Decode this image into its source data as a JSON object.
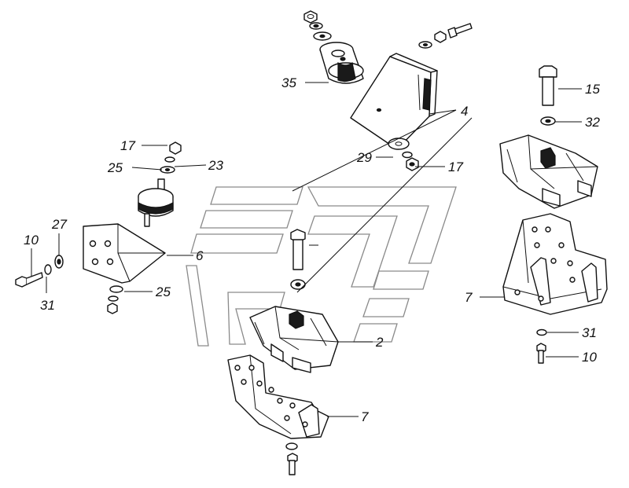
{
  "callouts": {
    "c35": "35",
    "c4": "4",
    "c15": "15",
    "c32": "32",
    "c17a": "17",
    "c25a": "25",
    "c23": "23",
    "c29": "29",
    "c17b": "17",
    "c10a": "10",
    "c27": "27",
    "c31a": "31",
    "c6": "6",
    "c25b": "25",
    "c7a": "7",
    "c2": "2",
    "c31b": "31",
    "c10b": "10",
    "c7b": "7"
  },
  "colors": {
    "ink": "#111111",
    "watermark": "#8a8a8a",
    "background": "#ffffff"
  }
}
